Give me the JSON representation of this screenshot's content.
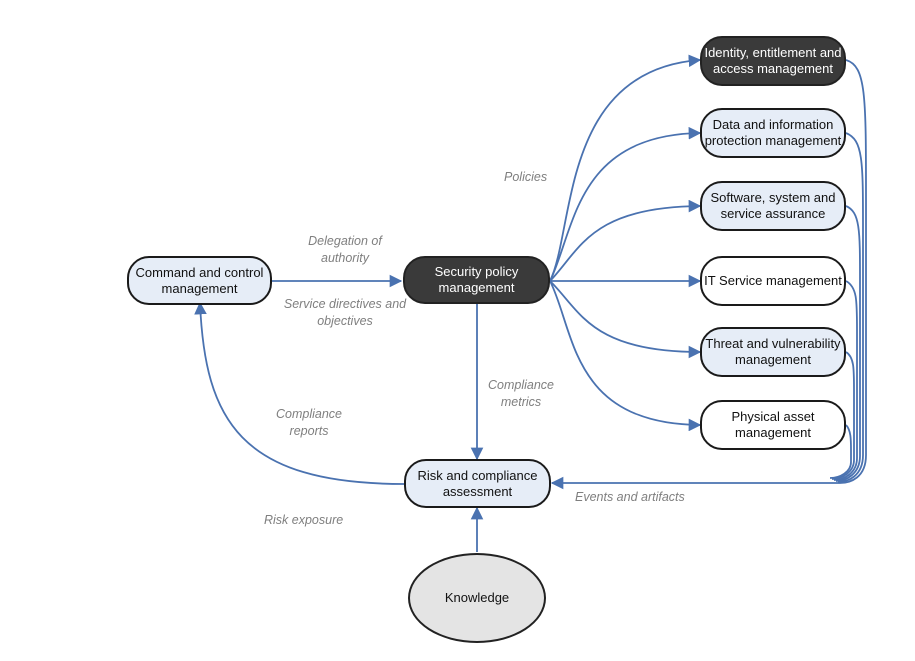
{
  "nodes": {
    "identity": "Identity, entitlement and access management",
    "data_protection": "Data and information protection management",
    "software_assurance": "Software, system and service assurance",
    "it_service": "IT Service management",
    "threat": "Threat and vulnerability management",
    "physical": "Physical asset management",
    "command": "Command and control management",
    "security_policy": "Security policy management",
    "risk": "Risk and compliance assessment",
    "knowledge": "Knowledge"
  },
  "labels": {
    "policies": "Policies",
    "delegation": "Delegation of authority",
    "service_directives": "Service directives and objectives",
    "compliance_metrics": "Compliance metrics",
    "compliance_reports": "Compliance reports",
    "events": "Events and artifacts",
    "risk_exposure": "Risk exposure"
  },
  "colors": {
    "connector": "#4a72b0",
    "node_light": "#e6edf7",
    "node_dark": "#3a3a3a",
    "label_text": "#7f7f7f"
  }
}
